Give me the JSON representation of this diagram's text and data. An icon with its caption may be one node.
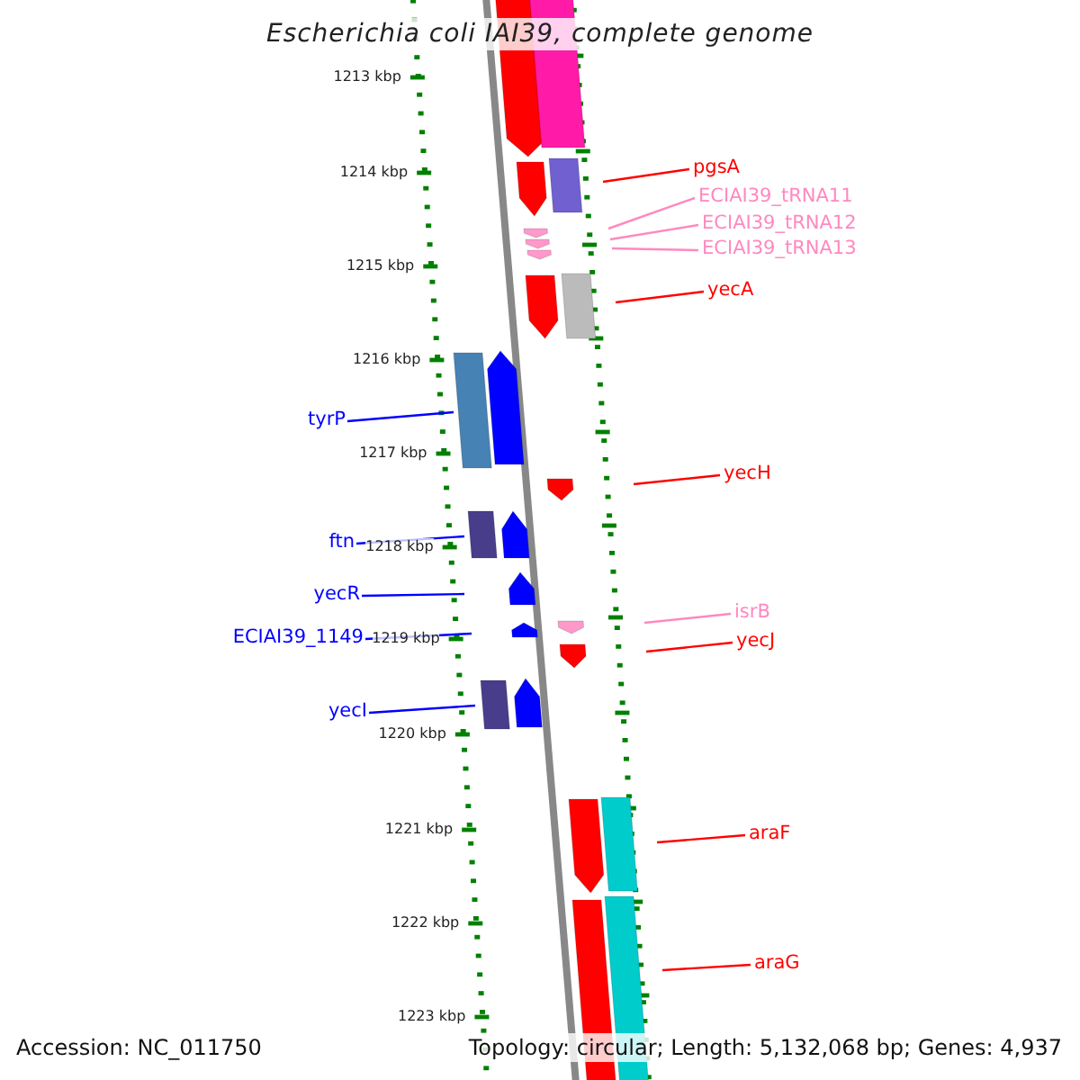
{
  "diagram": {
    "title": "Escherichia coli IAI39, complete genome",
    "nodes": [
      {
        "text": [
          "pgsA"
        ]
      },
      {
        "text": [
          "ECIAI39_tRNA11"
        ]
      },
      {
        "text": [
          "ECIAI39_tRNA12"
        ]
      },
      {
        "text": [
          "ECIAI39_tRNA13"
        ]
      },
      {
        "text": [
          "yecA"
        ]
      },
      {
        "text": [
          "tyrP"
        ]
      },
      {
        "text": [
          "yecH"
        ]
      },
      {
        "text": [
          "ftn"
        ]
      },
      {
        "text": [
          "yecR"
        ]
      },
      {
        "text": [
          "isrB"
        ]
      },
      {
        "text": [
          "ECIAI39_1149"
        ]
      },
      {
        "text": [
          "yecJ"
        ]
      },
      {
        "text": [
          "yecI"
        ]
      },
      {
        "text": [
          "araF"
        ]
      },
      {
        "text": [
          "araG"
        ]
      }
    ],
    "edges": [
      {
        "from": 0,
        "to": null,
        "arrow": "none",
        "color": "#ff0000"
      },
      {
        "from": 1,
        "to": null,
        "arrow": "none",
        "color": "#ff88c0"
      },
      {
        "from": 2,
        "to": null,
        "arrow": "none",
        "color": "#ff88c0"
      },
      {
        "from": 3,
        "to": null,
        "arrow": "none",
        "color": "#ff88c0"
      },
      {
        "from": 4,
        "to": null,
        "arrow": "none",
        "color": "#ff0000"
      },
      {
        "from": 5,
        "to": null,
        "arrow": "none",
        "color": "#0000ff"
      },
      {
        "from": 6,
        "to": null,
        "arrow": "none",
        "color": "#ff0000"
      },
      {
        "from": 7,
        "to": null,
        "arrow": "none",
        "color": "#0000ff"
      },
      {
        "from": 8,
        "to": null,
        "arrow": "none",
        "color": "#0000ff"
      },
      {
        "from": 9,
        "to": null,
        "arrow": "none",
        "color": "#ff88c0"
      },
      {
        "from": 10,
        "to": null,
        "arrow": "none",
        "color": "#0000ff"
      },
      {
        "from": 11,
        "to": null,
        "arrow": "none",
        "color": "#ff0000"
      },
      {
        "from": 12,
        "to": null,
        "arrow": "none",
        "color": "#0000ff"
      },
      {
        "from": 13,
        "to": null,
        "arrow": "none",
        "color": "#ff0000"
      },
      {
        "from": 14,
        "to": null,
        "arrow": "none",
        "color": "#ff0000"
      }
    ],
    "labels": [
      "1213 kbp",
      "1214 kbp",
      "1215 kbp",
      "1216 kbp",
      "1217 kbp",
      "1218 kbp",
      "1219 kbp",
      "1220 kbp",
      "1221 kbp",
      "1222 kbp",
      "1223 kbp",
      "Accession: NC_011750",
      "Topology: circular; Length: 5,132,068 bp; Genes: 4,937"
    ]
  }
}
